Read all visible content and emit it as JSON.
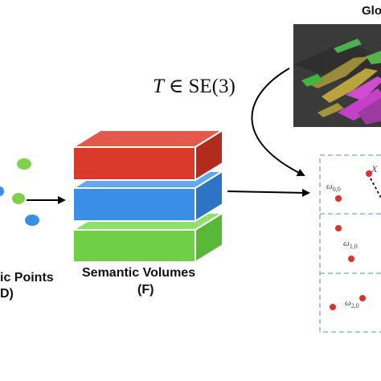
{
  "transform_label": {
    "prefix": "T ∈ ",
    "group": "SE",
    "arg": "(3)"
  },
  "global_map_label": "Glo",
  "semantic_points_label": {
    "line1": "ic Points",
    "line2": "D)"
  },
  "semantic_volumes_label": {
    "line1": "Semantic Volumes",
    "line2": "(F)"
  },
  "points_color_green": "#7ed24a",
  "points_color_blue": "#3a8ee6",
  "volume_colors": {
    "red": "#d93a2b",
    "blue": "#3a8ee6",
    "green": "#6fcf45"
  },
  "cell_dot_color": "#d9332b",
  "cell_labels": [
    {
      "sym": "ω",
      "sub": "0,0"
    },
    {
      "sym": "ω",
      "sub": "1,0"
    },
    {
      "sym": "ω",
      "sub": "2,0"
    }
  ],
  "corner_label": "X"
}
